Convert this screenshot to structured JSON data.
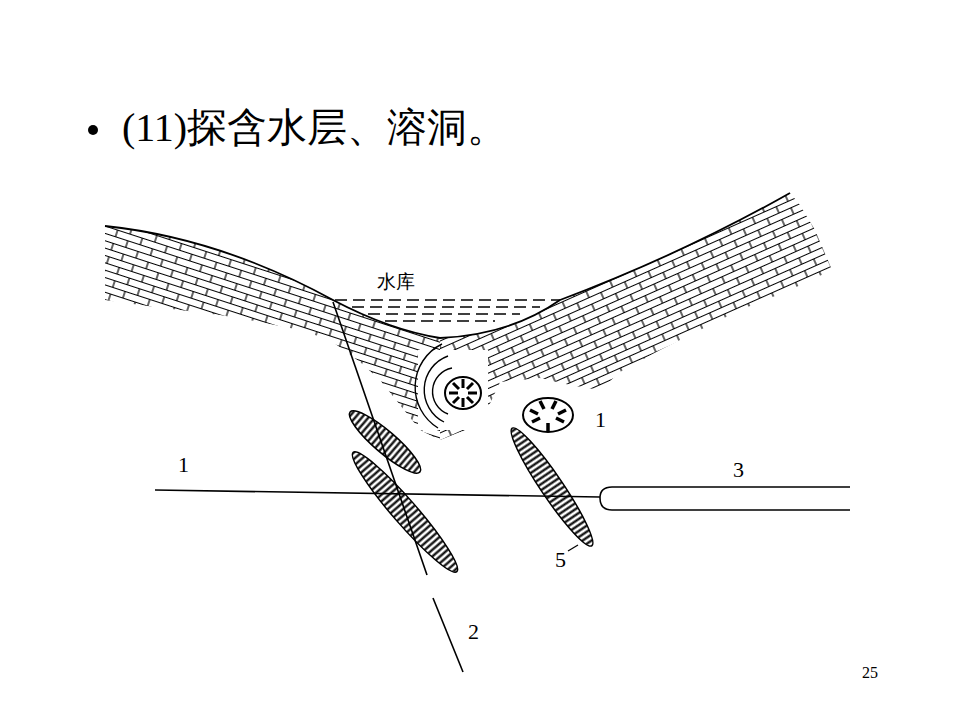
{
  "diagram": {
    "title": "(11)探含水层、溶洞。",
    "labels": [
      "水库",
      "1",
      "1",
      "3",
      "5",
      "2",
      "25"
    ]
  }
}
